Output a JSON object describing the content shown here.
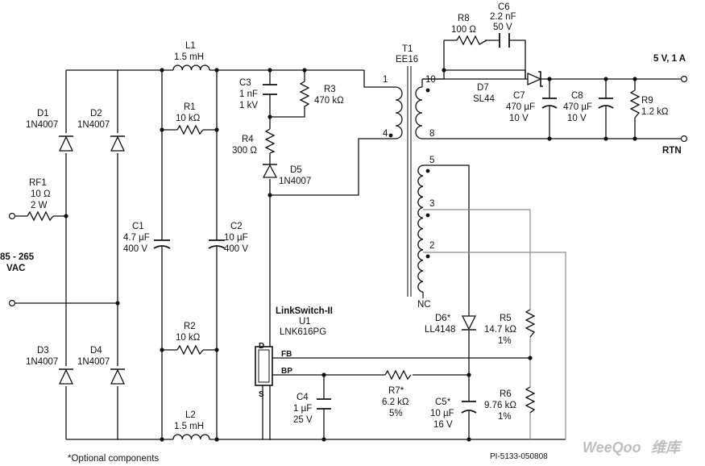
{
  "input": {
    "voltage": "85 - 265",
    "unit": "VAC"
  },
  "output": {
    "positive": "5 V, 1 A",
    "return": "RTN"
  },
  "components": {
    "D1": {
      "ref": "D1",
      "value": "1N4007"
    },
    "D2": {
      "ref": "D2",
      "value": "1N4007"
    },
    "D3": {
      "ref": "D3",
      "value": "1N4007"
    },
    "D4": {
      "ref": "D4",
      "value": "1N4007"
    },
    "D5": {
      "ref": "D5",
      "value": "1N4007"
    },
    "D6": {
      "ref": "D6*",
      "value": "LL4148"
    },
    "D7": {
      "ref": "D7",
      "value": "SL44"
    },
    "RF1": {
      "ref": "RF1",
      "value": "10 Ω",
      "rating": "2 W"
    },
    "L1": {
      "ref": "L1",
      "value": "1.5 mH"
    },
    "L2": {
      "ref": "L2",
      "value": "1.5 mH"
    },
    "R1": {
      "ref": "R1",
      "value": "10 kΩ"
    },
    "R2": {
      "ref": "R2",
      "value": "10 kΩ"
    },
    "R3": {
      "ref": "R3",
      "value": "470 kΩ"
    },
    "R4": {
      "ref": "R4",
      "value": "300 Ω"
    },
    "R5": {
      "ref": "R5",
      "value": "14.7 kΩ",
      "tol": "1%"
    },
    "R6": {
      "ref": "R6",
      "value": "9.76 kΩ",
      "tol": "1%"
    },
    "R7": {
      "ref": "R7*",
      "value": "6.2 kΩ",
      "tol": "5%"
    },
    "R8": {
      "ref": "R8",
      "value": "100 Ω"
    },
    "R9": {
      "ref": "R9",
      "value": "1.2 kΩ"
    },
    "C1": {
      "ref": "C1",
      "value": "4.7 µF",
      "rating": "400 V"
    },
    "C2": {
      "ref": "C2",
      "value": "10 µF",
      "rating": "400 V"
    },
    "C3": {
      "ref": "C3",
      "value": "1 nF",
      "rating": "1 kV"
    },
    "C4": {
      "ref": "C4",
      "value": "1 µF",
      "rating": "25 V"
    },
    "C5": {
      "ref": "C5*",
      "value": "10 µF",
      "rating": "16 V"
    },
    "C6": {
      "ref": "C6",
      "value": "2.2 nF",
      "rating": "50 V"
    },
    "C7": {
      "ref": "C7",
      "value": "470 µF",
      "rating": "10 V"
    },
    "C8": {
      "ref": "C8",
      "value": "470 µF",
      "rating": "10 V"
    },
    "T1": {
      "ref": "T1",
      "core": "EE16"
    },
    "U1": {
      "family": "LinkSwitch-II",
      "ref": "U1",
      "part": "LNK616PG",
      "pin_d": "D",
      "pin_fb": "FB",
      "pin_bp": "BP",
      "pin_s": "S"
    }
  },
  "pins": {
    "p1": "1",
    "p4": "4",
    "p10": "10",
    "p8": "8",
    "p5": "5",
    "p3": "3",
    "p2": "2",
    "nc": "NC"
  },
  "footer": {
    "note": "*Optional components",
    "code": "PI-5133-050808"
  },
  "watermark": {
    "latin": "WeeQoo",
    "cjk": "维库"
  }
}
